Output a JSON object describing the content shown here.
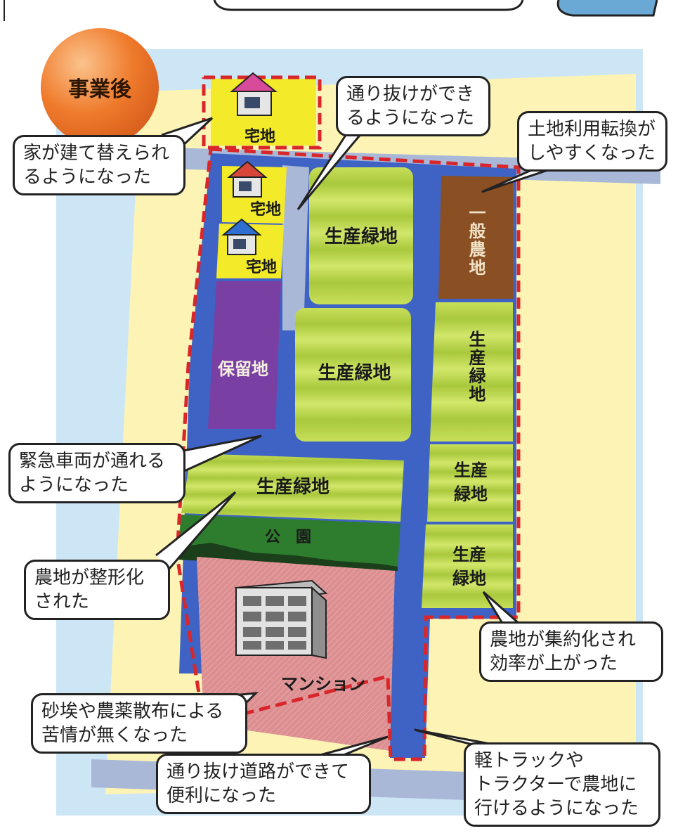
{
  "badge": {
    "label": "事業後"
  },
  "plots": {
    "house_lot_top": "宅地",
    "house_lot_1": "宅地",
    "house_lot_2": "宅地",
    "reserved": "保留地",
    "green_1": "生産緑地",
    "green_2": "生産緑地",
    "general_farmland": "一般農地",
    "green_right_tall": "生産緑地",
    "green_wide": "生産緑地",
    "green_right_mid": "生産\n緑地",
    "green_right_low": "生産\n緑地",
    "park": "公　園",
    "mansion": "マンション"
  },
  "callouts": {
    "rebuild": "家が建て替えられ\nるようになった",
    "pass_through": "通り抜けができ\nるようになった",
    "land_use": "土地利用転換が\nしやすくなった",
    "emergency": "緊急車両が通れる\nようになった",
    "shaped": "農地が整形化\nされた",
    "dust": "砂埃や農薬散布による\n苦情が無くなった",
    "road": "通り抜け道路ができて\n便利になった",
    "consolidated": "農地が集約化され\n効率が上がった",
    "truck": "軽トラックや\nトラクターで農地に\n行けるようになった"
  },
  "colors": {
    "road": "#3f63c4",
    "old_road": "#aab8d8",
    "boundary": "#d8262b",
    "house_lot": "#f3ea2a",
    "reserved": "#7a3fa3",
    "green": "#b9d64a",
    "farmland": "#8a4f22",
    "park": "#2e7d2e",
    "mansion": "#dc8e90",
    "backdrop_blue": "#cde6f6",
    "backdrop_yellow": "#fcf3b5"
  }
}
